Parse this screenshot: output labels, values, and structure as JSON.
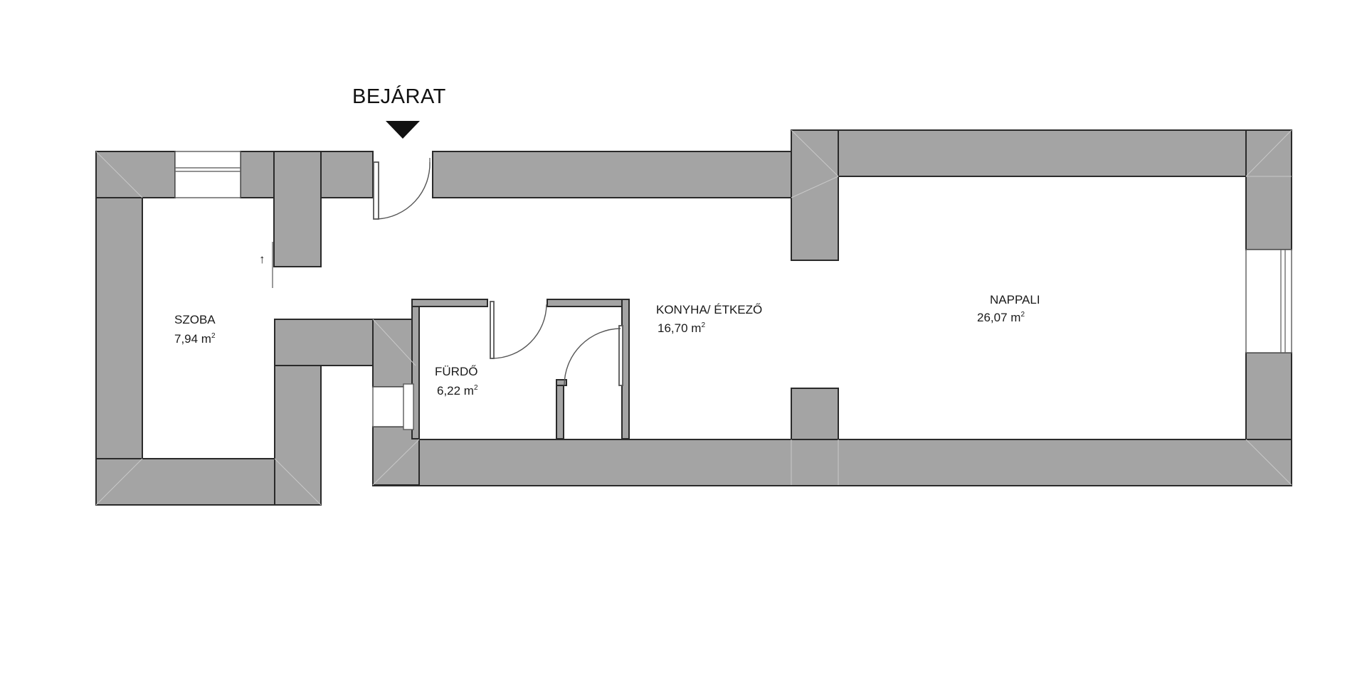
{
  "entrance": {
    "label": "BEJÁRAT"
  },
  "rooms": [
    {
      "id": "szoba",
      "name": "SZOBA",
      "area": "7,94 m",
      "unit_exp": "2"
    },
    {
      "id": "furdo",
      "name": "FÜRDŐ",
      "area": "6,22 m",
      "unit_exp": "2"
    },
    {
      "id": "konyha",
      "name": "KONYHA/ ÉTKEZŐ",
      "area": "16,70 m",
      "unit_exp": "2"
    },
    {
      "id": "nappali",
      "name": "NAPPALI",
      "area": "26,07 m",
      "unit_exp": "2"
    }
  ],
  "stair_arrow": "↑",
  "colors": {
    "wall_fill": "#a4a4a4",
    "wall_outline": "#2a2a2a",
    "background": "#ffffff"
  }
}
